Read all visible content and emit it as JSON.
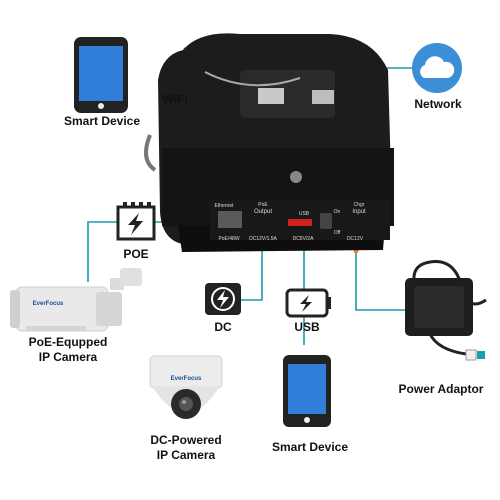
{
  "labels": {
    "wifi": "WiFi",
    "smart_device_top": "Smart Device",
    "network": "Network",
    "poe": "POE",
    "poe_camera": [
      "PoE-Equpped",
      "IP Camera"
    ],
    "dc": "DC",
    "usb": "USB",
    "smart_device_bottom": "Smart Device",
    "dc_camera": [
      "DC-Powered",
      "IP Camera"
    ],
    "power_adaptor": "Power Adaptor"
  },
  "device_panel": {
    "ethernet": "Ethernet",
    "poe_output": [
      "PoE",
      "Output"
    ],
    "usb": "USB",
    "on": "On",
    "off": "Off",
    "chgr_input": [
      "Chgr",
      "Input"
    ],
    "poe_spec": "PoE/48W",
    "dc_spec_1": "DC12V/1.5A",
    "dc_spec_2": "DC5V/2A",
    "dc_spec_3": "DC12V"
  },
  "camera_brand": "EverFocus",
  "colors": {
    "connector": "#1a9bb0",
    "accent_orange": "#f08a1c",
    "cloud": "#3c8fd6",
    "phone_screen": "#2f7fd8"
  }
}
